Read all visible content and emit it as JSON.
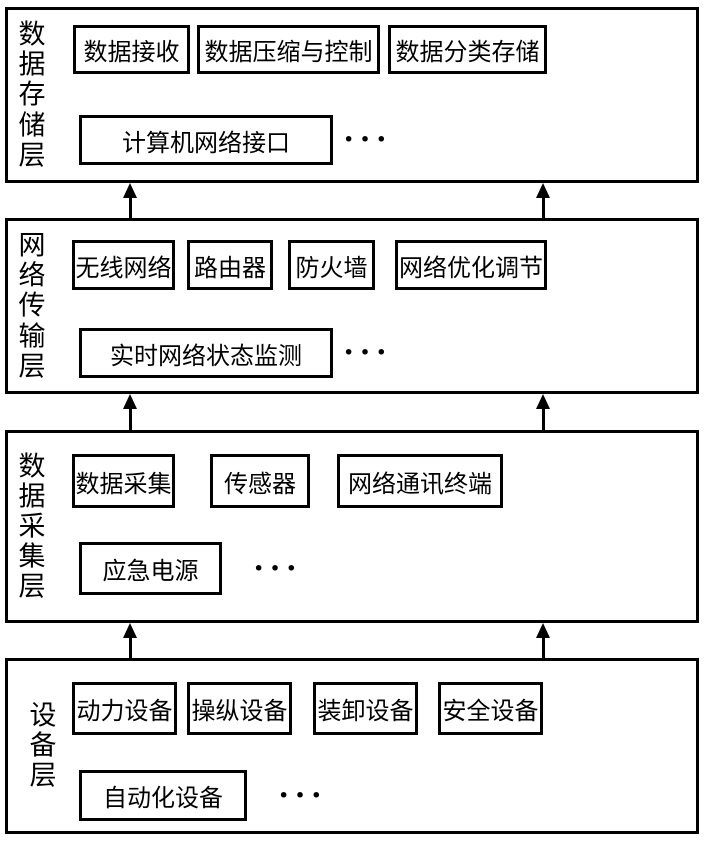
{
  "diagram": {
    "colors": {
      "line": "#000000",
      "background": "#ffffff"
    },
    "arrow_direction": "up",
    "layers": [
      {
        "label": "数据存储层",
        "row1": [
          "数据接收",
          "数据压缩与控制",
          "数据分类存储"
        ],
        "row2": [
          "计算机网络接口"
        ],
        "ellipsis": "···"
      },
      {
        "label": "网络传输层",
        "row1": [
          "无线网络",
          "路由器",
          "防火墙",
          "网络优化调节"
        ],
        "row2": [
          "实时网络状态监测"
        ],
        "ellipsis": "···"
      },
      {
        "label": "数据采集层",
        "row1": [
          "数据采集",
          "传感器",
          "网络通讯终端"
        ],
        "row2": [
          "应急电源"
        ],
        "ellipsis": "···"
      },
      {
        "label": "设备层",
        "row1": [
          "动力设备",
          "操纵设备",
          "装卸设备",
          "安全设备"
        ],
        "row2": [
          "自动化设备"
        ],
        "ellipsis": "···"
      }
    ]
  }
}
